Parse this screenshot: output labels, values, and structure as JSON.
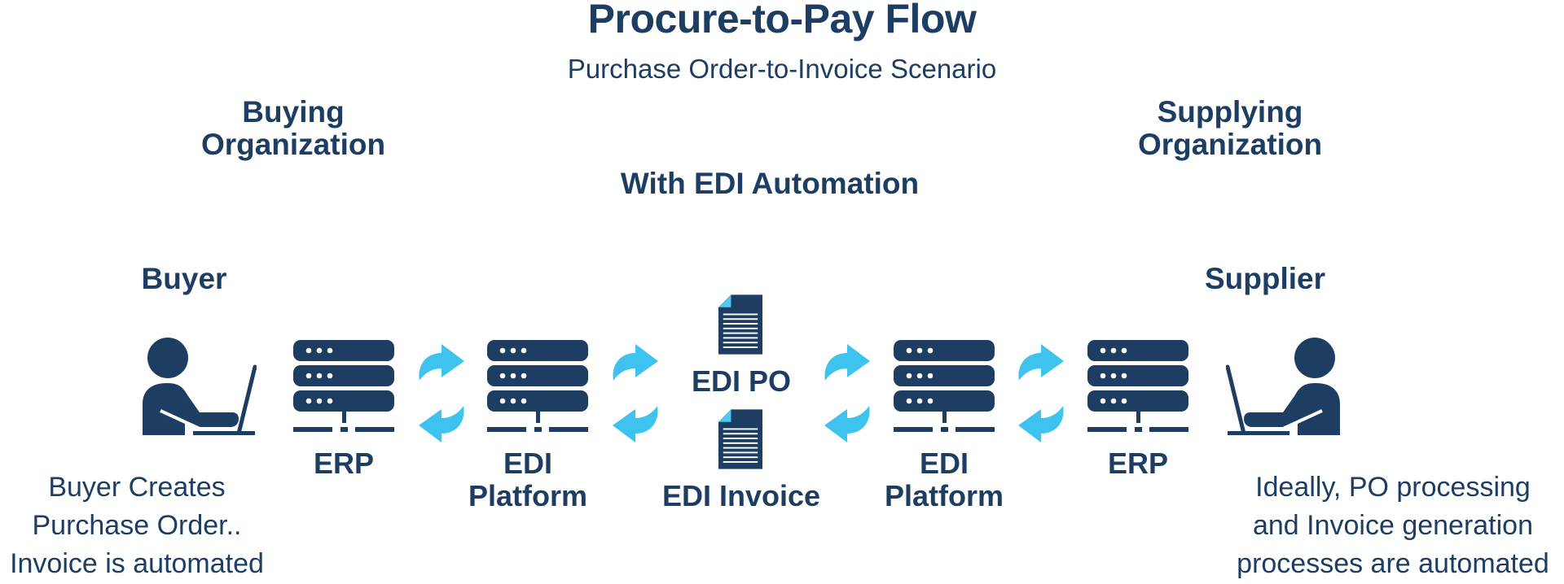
{
  "header": {
    "title": "Procure-to-Pay Flow",
    "subtitle": "Purchase Order-to-Invoice Scenario"
  },
  "organizations": {
    "buying": [
      "Buying",
      "Organization"
    ],
    "supplying": [
      "Supplying",
      "Organization"
    ]
  },
  "automation_label": "With EDI Automation",
  "roles": {
    "buyer": "Buyer",
    "supplier": "Supplier"
  },
  "nodes": {
    "buyer_erp": [
      "ERP"
    ],
    "buyer_edi_platform": [
      "EDI",
      "Platform"
    ],
    "supplier_edi_platform": [
      "EDI",
      "Platform"
    ],
    "supplier_erp": [
      "ERP"
    ]
  },
  "documents": {
    "po": "EDI PO",
    "invoice": "EDI Invoice"
  },
  "notes": {
    "buyer": [
      "Buyer Creates",
      "Purchase Order..",
      "Invoice is automated"
    ],
    "supplier": [
      "Ideally, PO processing",
      "and Invoice generation",
      "processes are automated"
    ]
  },
  "colors": {
    "navy": "#1d3e62",
    "arrow": "#3ec3ef",
    "doc_corner": "#4fc8f0",
    "background": "#ffffff"
  },
  "icons": {
    "person": "person-at-laptop-icon",
    "server": "server-rack-icon",
    "document": "document-icon",
    "arrow_right": "curved-arrow-right-icon",
    "arrow_left": "curved-arrow-left-icon"
  }
}
